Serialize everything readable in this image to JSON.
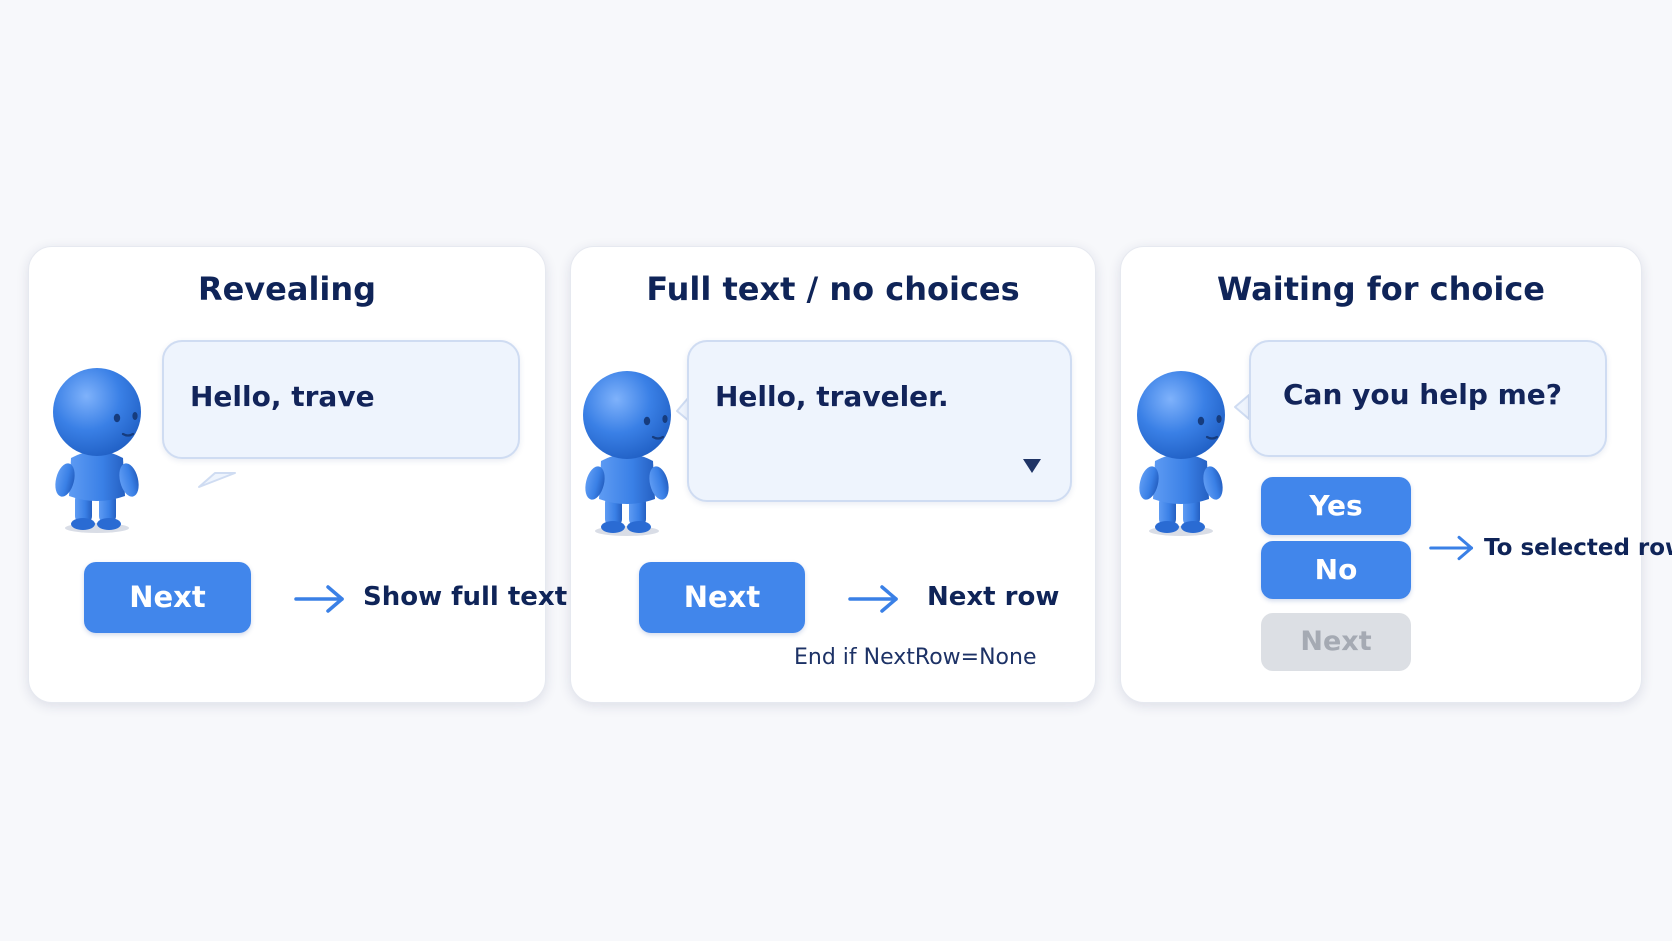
{
  "colors": {
    "background": "#f7f8fb",
    "panel": "#ffffff",
    "bubble": "#eef4fd",
    "bubble_border": "#cfdcf2",
    "button": "#4186eb",
    "button_disabled": "#dcdfe4",
    "text_dark": "#0f2458",
    "character": "#3a80e6"
  },
  "panels": [
    {
      "title": "Revealing",
      "bubble_text": "Hello, trave",
      "button": "Next",
      "arrow_icon": "arrow-right-icon",
      "outcome": "Show full text"
    },
    {
      "title": "Full text / no choices",
      "bubble_text": "Hello, traveler.",
      "continue_icon": "triangle-down-icon",
      "button": "Next",
      "arrow_icon": "arrow-right-icon",
      "outcome": "Next row",
      "note": "End if NextRow=None"
    },
    {
      "title": "Waiting for choice",
      "bubble_text": "Can you help me?",
      "choices": [
        "Yes",
        "No"
      ],
      "disabled_button": "Next",
      "arrow_icon": "arrow-right-icon",
      "outcome": "To selected row"
    }
  ]
}
